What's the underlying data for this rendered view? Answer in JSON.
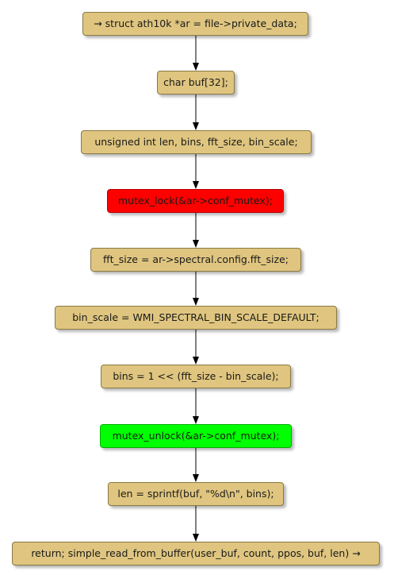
{
  "flowchart": {
    "nodes": [
      {
        "id": "n1",
        "label": "→ struct ath10k *ar = file->private_data;",
        "kind": "statement"
      },
      {
        "id": "n2",
        "label": "char buf[32];",
        "kind": "statement"
      },
      {
        "id": "n3",
        "label": "unsigned int len, bins, fft_size, bin_scale;",
        "kind": "statement"
      },
      {
        "id": "n4",
        "label": "mutex_lock(&ar->conf_mutex);",
        "kind": "lock"
      },
      {
        "id": "n5",
        "label": "fft_size = ar->spectral.config.fft_size;",
        "kind": "statement"
      },
      {
        "id": "n6",
        "label": "bin_scale = WMI_SPECTRAL_BIN_SCALE_DEFAULT;",
        "kind": "statement"
      },
      {
        "id": "n7",
        "label": "bins = 1 << (fft_size - bin_scale);",
        "kind": "statement"
      },
      {
        "id": "n8",
        "label": "mutex_unlock(&ar->conf_mutex);",
        "kind": "unlock"
      },
      {
        "id": "n9",
        "label": "len = sprintf(buf, \"%d\\n\", bins);",
        "kind": "statement"
      },
      {
        "id": "n10",
        "label": "return; simple_read_from_buffer(user_buf, count, ppos, buf, len) →",
        "kind": "statement"
      }
    ],
    "edges": [
      {
        "from": "n1",
        "to": "n2"
      },
      {
        "from": "n2",
        "to": "n3"
      },
      {
        "from": "n3",
        "to": "n4"
      },
      {
        "from": "n4",
        "to": "n5"
      },
      {
        "from": "n5",
        "to": "n6"
      },
      {
        "from": "n6",
        "to": "n7"
      },
      {
        "from": "n7",
        "to": "n8"
      },
      {
        "from": "n8",
        "to": "n9"
      },
      {
        "from": "n9",
        "to": "n10"
      }
    ],
    "colors": {
      "statement_fill": "#dfc57f",
      "lock_fill": "#ff0000",
      "unlock_fill": "#00ff00",
      "edge": "#000000"
    }
  }
}
